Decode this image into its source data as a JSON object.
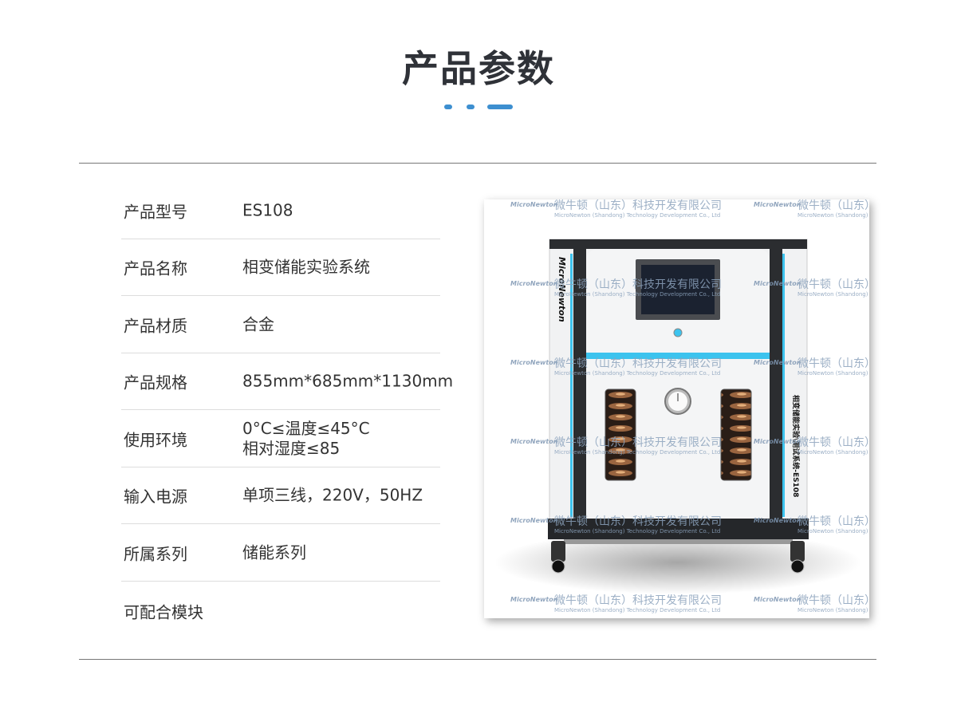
{
  "header": {
    "title": "产品参数"
  },
  "specs": [
    {
      "label": "产品型号",
      "value": "ES108"
    },
    {
      "label": "产品名称",
      "value": "相变储能实验系统"
    },
    {
      "label": "产品材质",
      "value": "合金"
    },
    {
      "label": "产品规格",
      "value": "855mm*685mm*1130mm"
    },
    {
      "label": "使用环境",
      "value": "0°C≤温度≤45°C",
      "value2": "相对湿度≤85"
    },
    {
      "label": "输入电源",
      "value": "单项三线，220V，50HZ"
    },
    {
      "label": "所属系列",
      "value": "储能系列"
    },
    {
      "label": "可配合模块",
      "value": ""
    }
  ],
  "product_image": {
    "brand": "MicroNewton",
    "side_label": "相变储能实验\\测试系统-ES108",
    "watermark_cn": "微牛顿（山东）科技开发有限公司",
    "watermark_en": "MicroNewton (Shandong) Technology Development Co., Ltd",
    "accent": "#3cc3ee"
  },
  "colors": {
    "accent": "#3d8fd0",
    "title": "#2f3238"
  }
}
